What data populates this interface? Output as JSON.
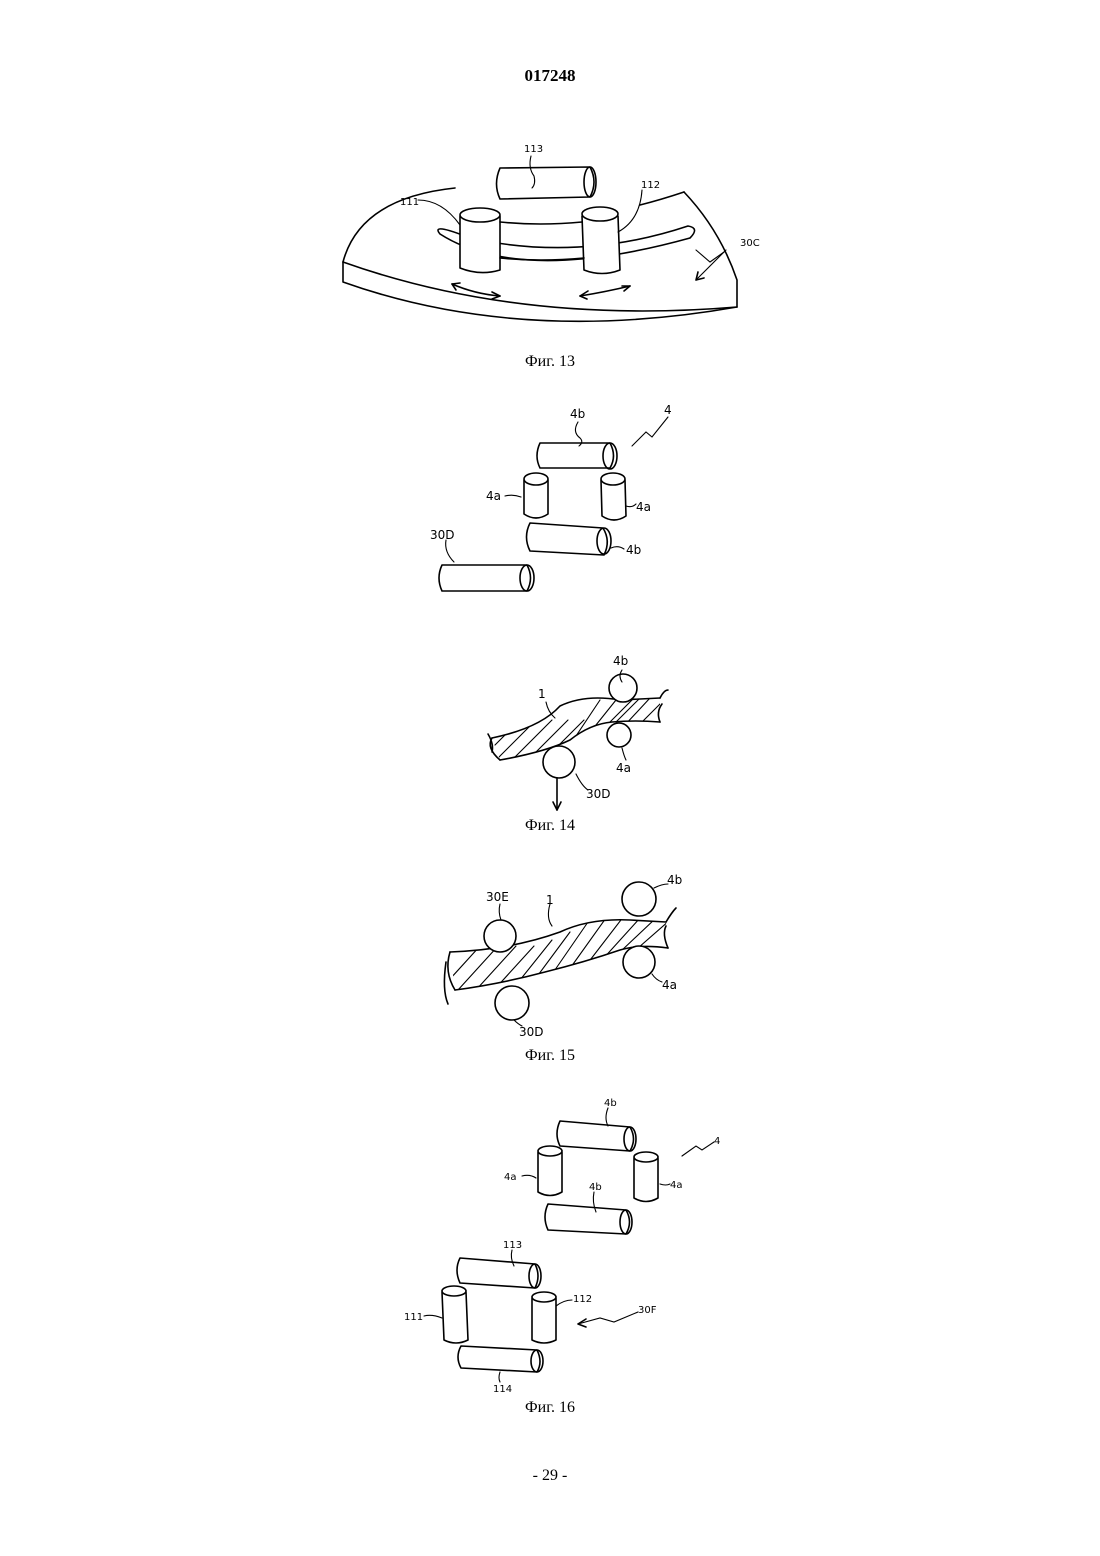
{
  "header": {
    "doc_number": "017248"
  },
  "figures": [
    {
      "id": "fig13",
      "caption": "Фиг. 13",
      "labels": {
        "a": "113",
        "b": "112",
        "c": "111",
        "d": "30C"
      }
    },
    {
      "id": "fig14",
      "caption": "Фиг. 14",
      "labels": {
        "a": "4b",
        "b": "4",
        "c": "4a",
        "d": "4a",
        "e": "30D",
        "f": "4b",
        "g": "4b",
        "h": "1",
        "i": "4a",
        "j": "30D"
      }
    },
    {
      "id": "fig15",
      "caption": "Фиг. 15",
      "labels": {
        "a": "4b",
        "b": "30E",
        "c": "1",
        "d": "4a",
        "e": "30D"
      }
    },
    {
      "id": "fig16",
      "caption": "Фиг. 16",
      "labels": {
        "a": "4b",
        "b": "4",
        "c": "4a",
        "d": "4a",
        "e": "4b",
        "f": "113",
        "g": "111",
        "h": "112",
        "i": "30F",
        "j": "114"
      }
    }
  ],
  "footer": {
    "page_number": "- 29 -"
  }
}
